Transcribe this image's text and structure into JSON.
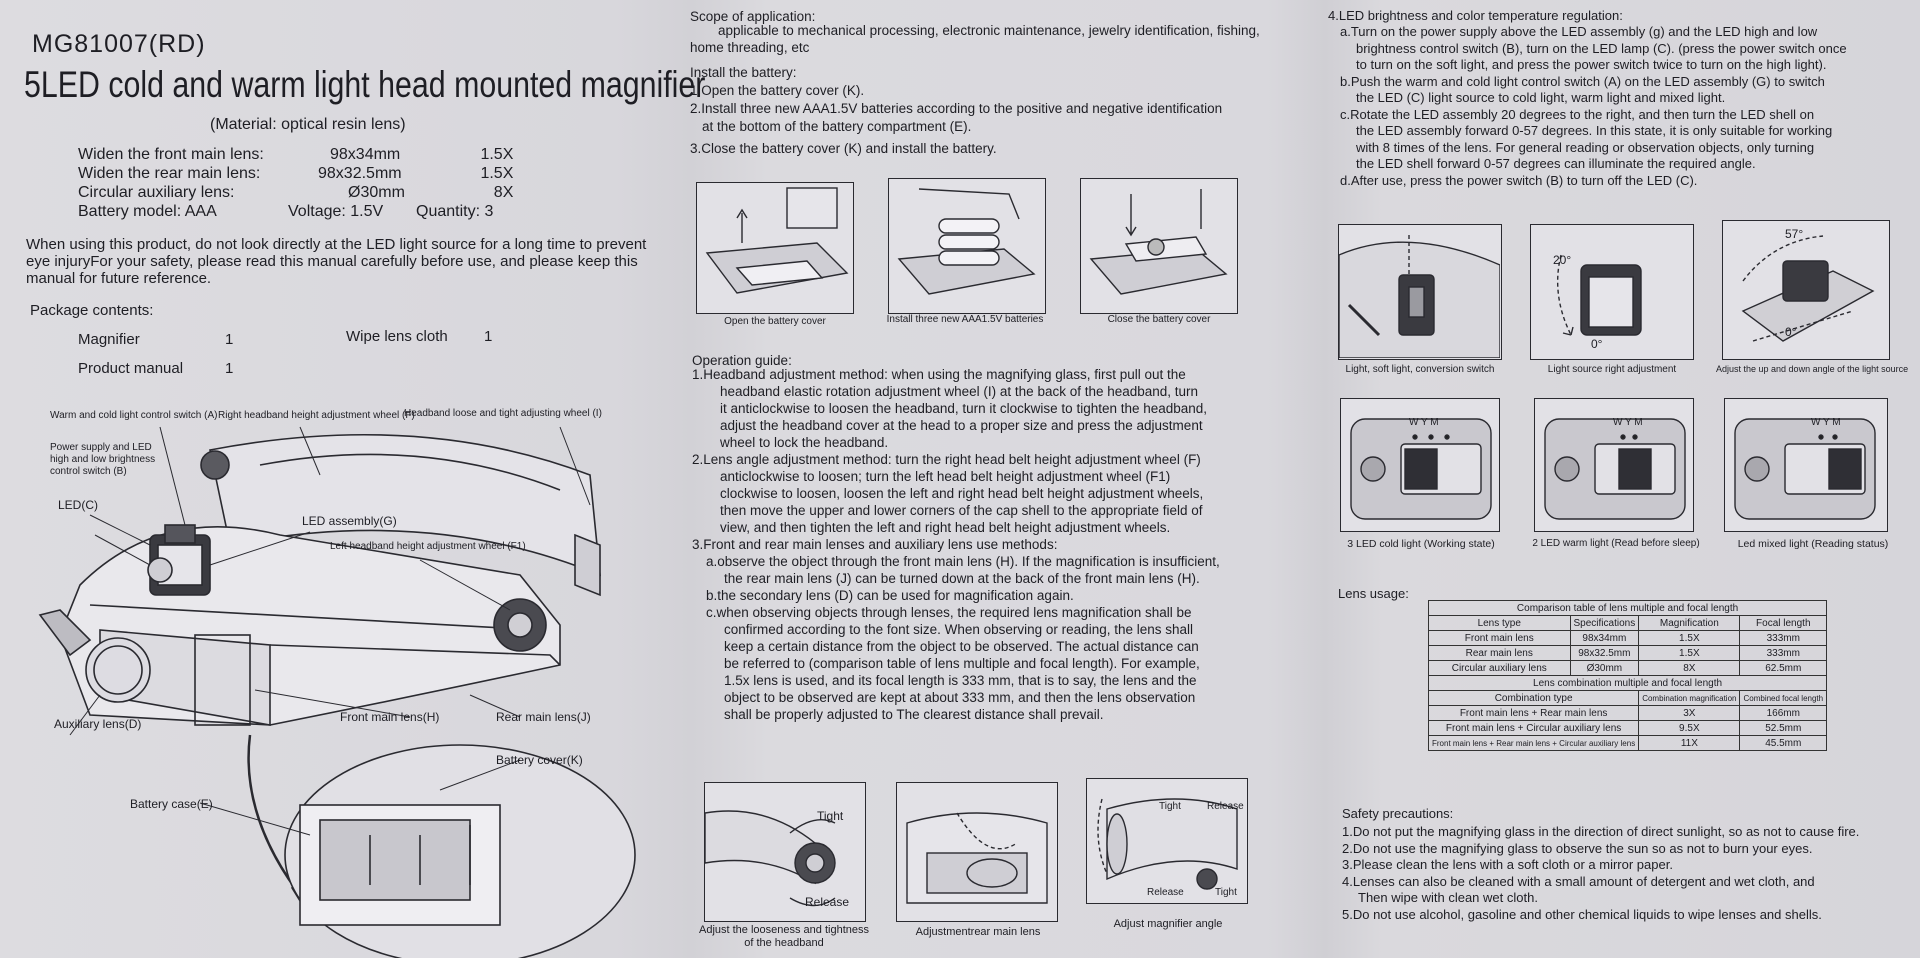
{
  "header": {
    "model": "MG81007(RD)",
    "title": "5LED cold and warm light head mounted magnifier",
    "material": "(Material: optical resin lens)"
  },
  "specs": [
    {
      "label": "Widen the front main lens:",
      "spec": "98x34mm",
      "mag": "1.5X"
    },
    {
      "label": "Widen the rear main lens:",
      "spec": "98x32.5mm",
      "mag": "1.5X"
    },
    {
      "label": "Circular auxiliary lens:",
      "spec": "Ø30mm",
      "mag": "8X"
    }
  ],
  "battery_line": {
    "model": "Battery model: AAA",
    "voltage": "Voltage: 1.5V",
    "quantity": "Quantity: 3"
  },
  "warning": "When using this product, do not look directly at the LED light source for a long time to prevent eye injuryFor your safety, please read this manual carefully before use, and please keep this manual for future reference.",
  "package": {
    "heading": "Package contents:",
    "items": [
      {
        "name": "Magnifier",
        "qty": "1"
      },
      {
        "name": "Wipe lens cloth",
        "qty": "1"
      },
      {
        "name": "Product manual",
        "qty": "1"
      }
    ]
  },
  "diagram_labels": {
    "warm_cold_switch": "Warm and cold light control switch (A)",
    "right_wheel": "Right headband height adjustment wheel (F)",
    "loose_wheel": "Headband loose and tight adjusting wheel (I)",
    "power_supply": "Power supply and LED high and low brightness control switch (B)",
    "led": "LED(C)",
    "led_assembly": "LED assembly(G)",
    "left_wheel": "Left headband height adjustment wheel (F1)",
    "aux_lens": "Auxiliary lens(D)",
    "front_lens": "Front main lens(H)",
    "rear_lens": "Rear main lens(J)",
    "battery_cover": "Battery cover(K)",
    "battery_case": "Battery case(E)"
  },
  "scope": {
    "heading": "Scope of application:",
    "text": "applicable to mechanical processing, electronic maintenance, jewelry identification, fishing, home threading, etc"
  },
  "install": {
    "heading": "Install the battery:",
    "steps": [
      "1.Open the battery cover (K).",
      "2.Install three new AAA1.5V batteries according to the positive and negative identification",
      "at the bottom of the battery compartment (E).",
      "3.Close the battery cover (K) and install the battery."
    ],
    "captions": [
      "Open the battery cover",
      "Install three new AAA1.5V batteries",
      "Close the battery cover"
    ]
  },
  "operation": {
    "heading": "Operation guide:",
    "lines": [
      "1.Headband adjustment method: when using the magnifying glass, first pull out the",
      "headband elastic rotation adjustment wheel (I) at the back of the headband, turn",
      "it anticlockwise to loosen the headband, turn it clockwise to tighten the headband,",
      "adjust the headband cover at the head to a proper size and press the adjustment",
      "wheel to lock the headband.",
      "2.Lens angle adjustment method: turn the right head belt height adjustment wheel (F)",
      "anticlockwise to loosen; turn the left head belt height adjustment wheel (F1)",
      "clockwise to loosen, loosen the left and right head belt height adjustment wheels,",
      "then move the upper and lower corners of the cap shell to the appropriate field of",
      "view, and then tighten the left and right head belt height adjustment wheels.",
      "3.Front and rear main lenses and auxiliary lens use methods:",
      "a.observe the object through the front main lens (H). If the magnification is insufficient,",
      "the rear main lens (J) can be turned down at the back of the front main lens (H).",
      "b.the secondary lens (D) can be used for magnification again.",
      "c.when observing objects through lenses, the required lens magnification shall be",
      "confirmed according to the font size. When observing or reading, the lens shall",
      "keep a certain distance from the object to be observed. The actual distance can",
      "be referred to (comparison table of lens multiple and focal length). For example,",
      "1.5x lens is used, and its focal length is 333 mm, that is to say, the lens and the",
      "object to be observed are kept at about 333 mm, and then the lens observation",
      "shall be properly adjusted to The clearest distance shall prevail."
    ],
    "captions": [
      "Adjust the looseness and tightness of the headband",
      "Adjustmentrear main lens",
      "Adjust magnifier angle"
    ],
    "fig_labels": {
      "tight": "Tight",
      "release": "Release"
    }
  },
  "led_reg": {
    "heading": "4.LED brightness and color temperature regulation:",
    "lines": [
      "a.Turn on the power supply above the LED assembly (g) and the LED high and low",
      "brightness control switch (B), turn on the LED lamp (C). (press the power switch once",
      "to turn on the soft light, and press the power switch twice to turn on the high light).",
      "b.Push the warm and cold light control switch (A) on the LED assembly (G) to switch",
      "the LED (C) light source to cold light, warm light and mixed light.",
      "c.Rotate the LED assembly 20 degrees to the right, and then turn the LED shell on",
      "the LED assembly forward 0-57 degrees. In this state, it is only suitable for working",
      "with 8 times of the lens. For general reading or observation objects, only turning",
      "the LED shell forward 0-57 degrees can illuminate the required angle.",
      "d.After use, press the power switch (B) to turn off the LED (C)."
    ],
    "captions": [
      "Light, soft light, conversion switch",
      "Light source right adjustment",
      "Adjust the up and down angle of the light source"
    ],
    "angles": {
      "a20": "20°",
      "a0": "0°",
      "a57": "57°",
      "b0": "0°"
    },
    "switch_marks": "W Y M",
    "switch_captions": [
      "3 LED cold light (Working state)",
      "2 LED warm light (Read before sleep)",
      "Led mixed light (Reading status)"
    ]
  },
  "lens_usage": {
    "heading": "Lens usage:",
    "table_title": "Comparison table of lens multiple and focal length",
    "columns": [
      "Lens type",
      "Specifications",
      "Magnification",
      "Focal length"
    ],
    "rows": [
      [
        "Front main lens",
        "98x34mm",
        "1.5X",
        "333mm"
      ],
      [
        "Rear main lens",
        "98x32.5mm",
        "1.5X",
        "333mm"
      ],
      [
        "Circular auxiliary lens",
        "Ø30mm",
        "8X",
        "62.5mm"
      ]
    ],
    "combo_title": "Lens combination multiple and focal length",
    "combo_columns": [
      "Combination type",
      "Combination magnification",
      "Combined focal length"
    ],
    "combo_rows": [
      [
        "Front main lens + Rear main lens",
        "3X",
        "166mm"
      ],
      [
        "Front main lens + Circular auxiliary lens",
        "9.5X",
        "52.5mm"
      ],
      [
        "Front main lens + Rear main lens + Circular auxiliary lens",
        "11X",
        "45.5mm"
      ]
    ]
  },
  "safety": {
    "heading": "Safety precautions:",
    "lines": [
      "1.Do not put the magnifying glass in the direction of direct sunlight, so as not to cause fire.",
      "2.Do not use the magnifying glass to observe the sun so as not to burn your eyes.",
      "3.Please clean the lens with a soft cloth or a mirror paper.",
      "4.Lenses can also be cleaned with a small amount of detergent and wet cloth, and",
      "Then wipe with clean wet cloth.",
      "5.Do not use alcohol, gasoline and other chemical liquids to wipe lenses and shells."
    ]
  }
}
